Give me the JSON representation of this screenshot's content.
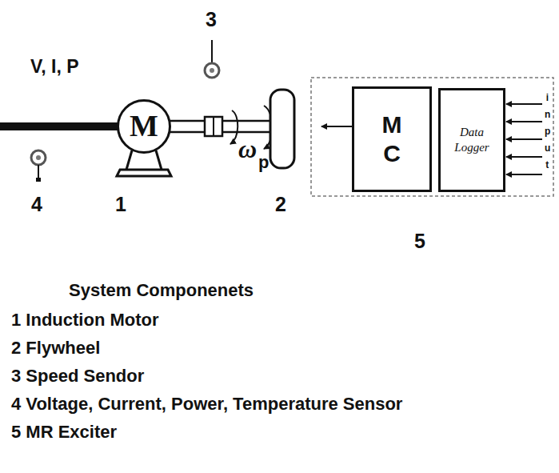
{
  "diagram": {
    "nodes": [
      {
        "text": [
          "M"
        ]
      },
      {
        "text": [
          "M C"
        ]
      },
      {
        "text": [
          "Data Logger"
        ]
      }
    ],
    "labels": [
      "V, I, P",
      "3",
      "4",
      "1",
      "2",
      "ω",
      "p",
      "input",
      "5",
      "System Componenets",
      "1 Induction Motor",
      "2 Flywheel",
      "3 Speed Sendor",
      "4 Voltage, Current, Power, Temperature Sensor",
      "5 MR Exciter"
    ]
  }
}
